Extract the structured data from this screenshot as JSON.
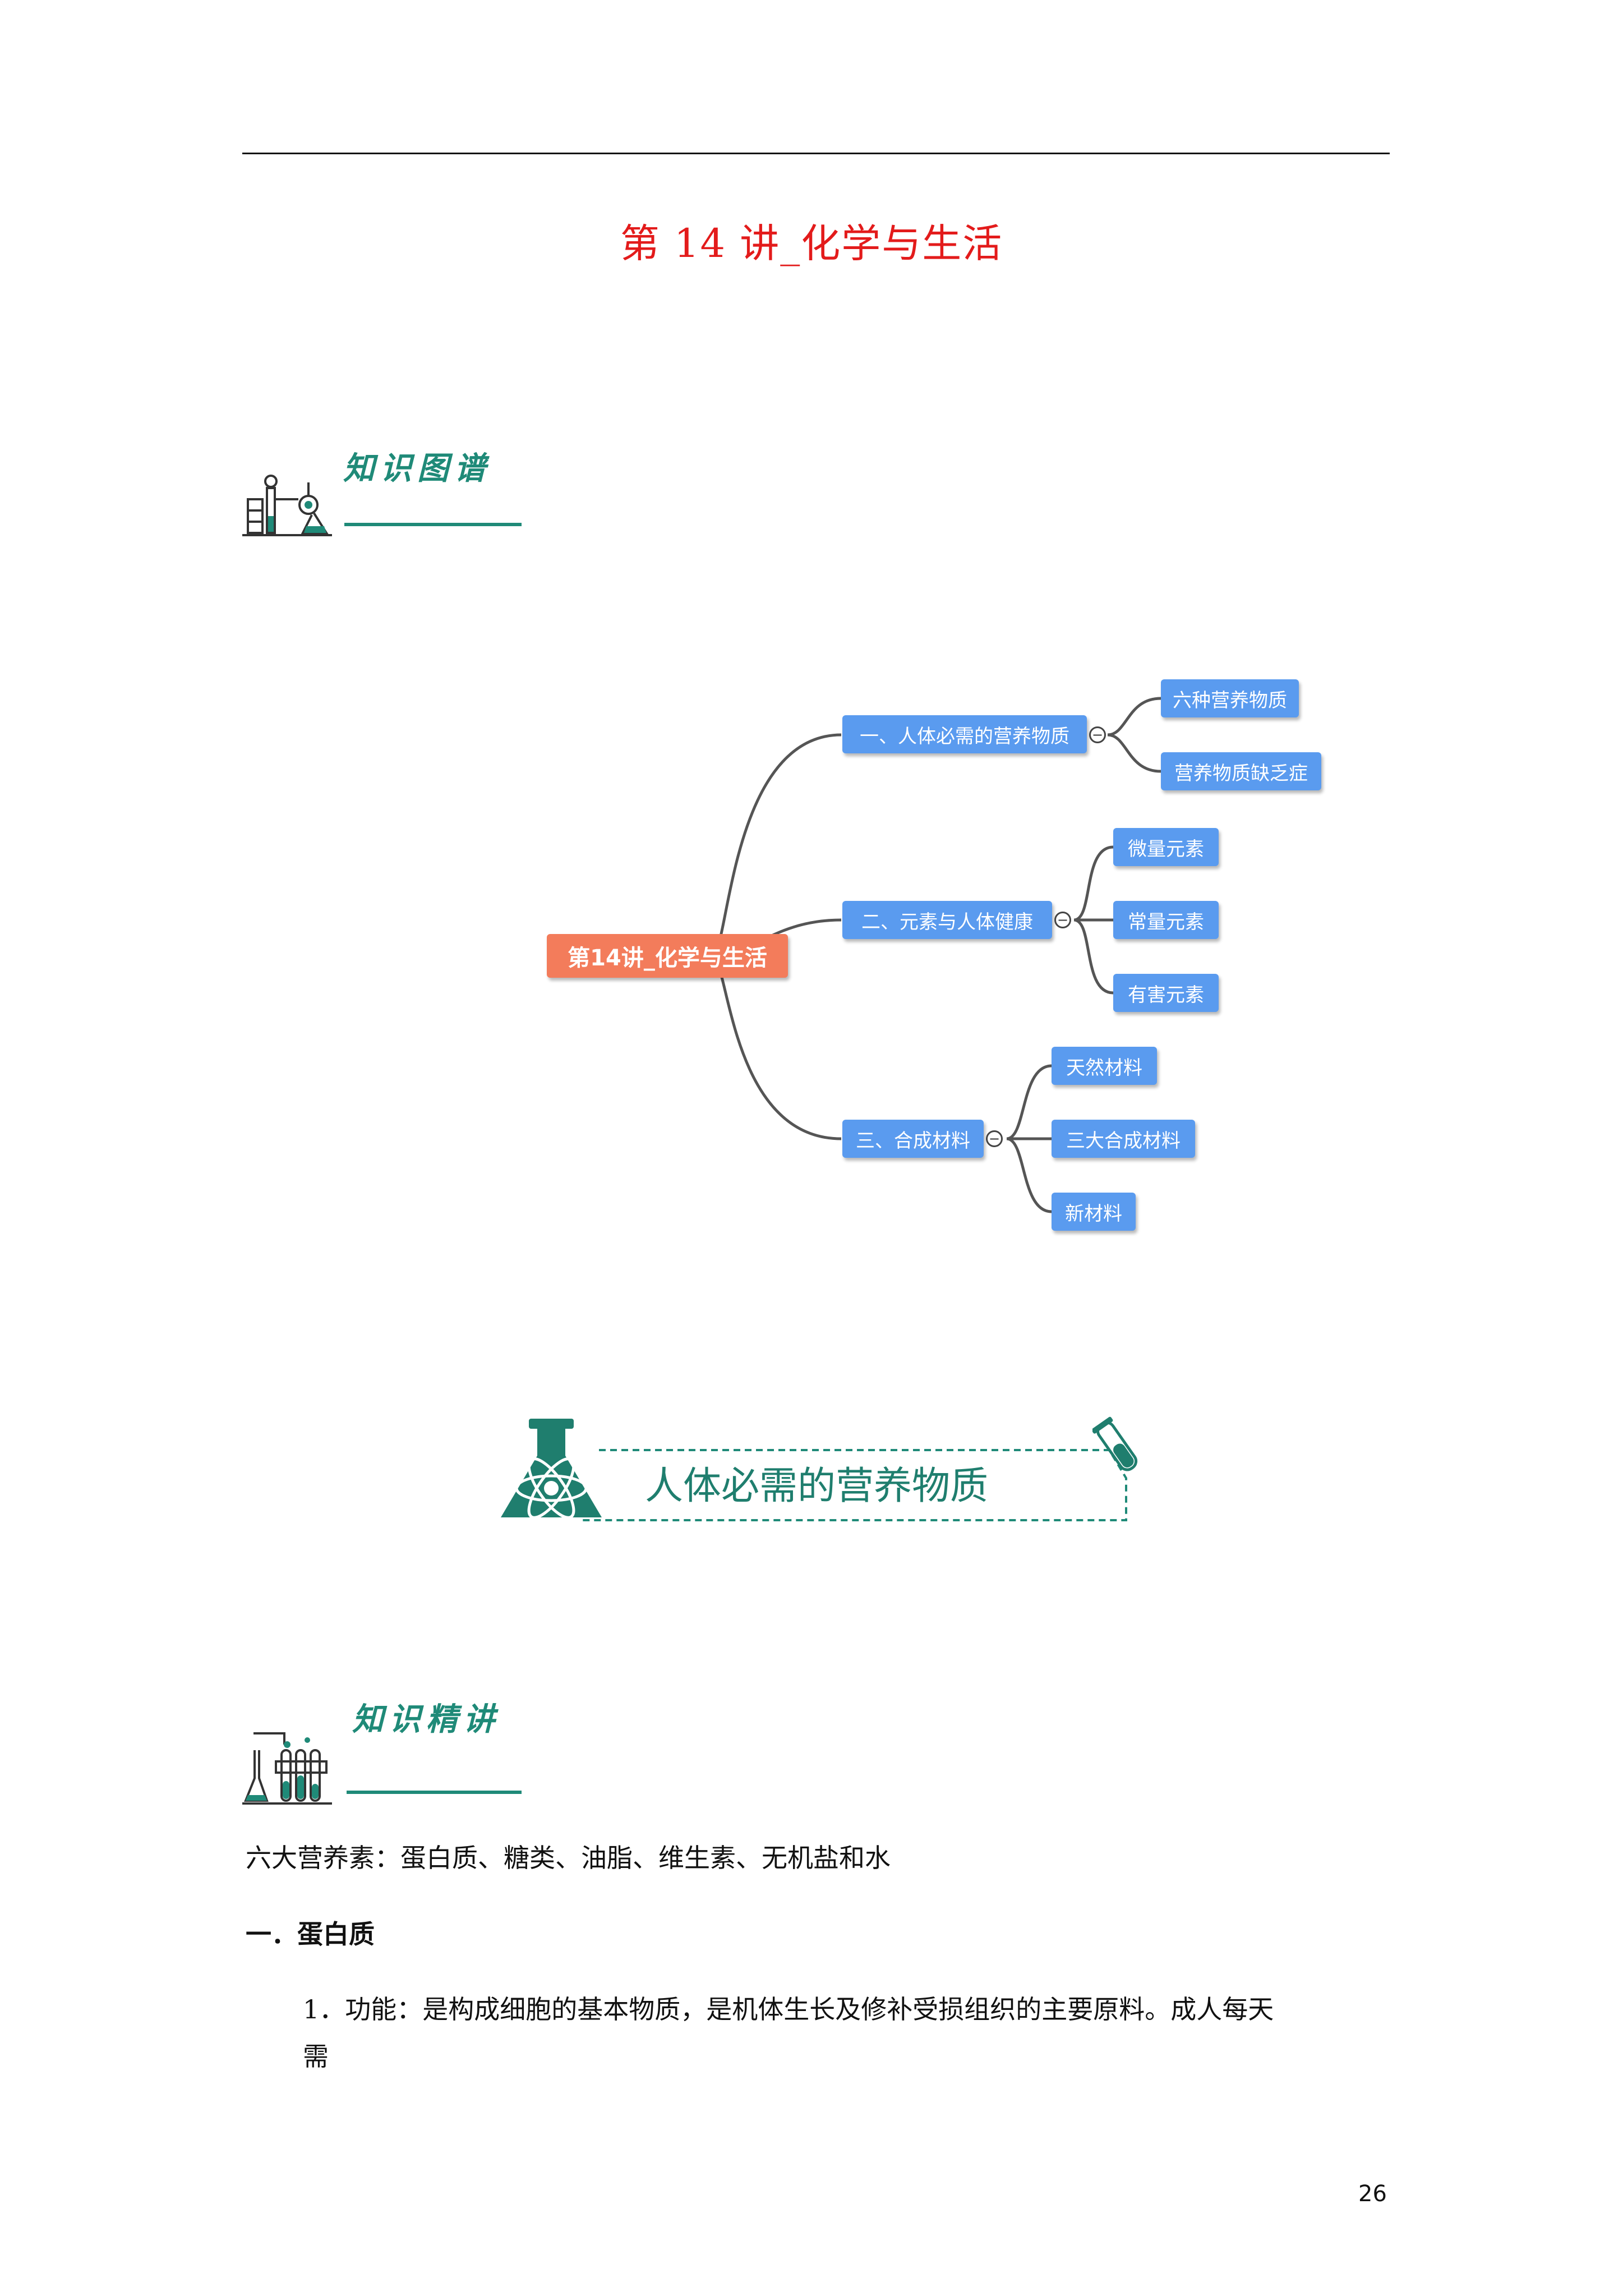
{
  "document": {
    "title": "第 14 讲_化学与生活",
    "page_number": "26"
  },
  "sections": {
    "map_label": "知识图谱",
    "lecture_label": "知识精讲"
  },
  "mindmap": {
    "root": "第14讲_化学与生活",
    "branches": [
      {
        "label": "一、人体必需的营养物质",
        "children": [
          "六种营养物质",
          "营养物质缺乏症"
        ]
      },
      {
        "label": "二、元素与人体健康",
        "children": [
          "微量元素",
          "常量元素",
          "有害元素"
        ]
      },
      {
        "label": "三、合成材料",
        "children": [
          "天然材料",
          "三大合成材料",
          "新材料"
        ]
      }
    ],
    "toggle_symbol": "−",
    "colors": {
      "root": "#f37c5b",
      "branch": "#5a9bef",
      "connector": "#555555"
    }
  },
  "banner": {
    "text": "人体必需的营养物质",
    "icons": [
      "flask-atom-icon",
      "test-tube-icon"
    ]
  },
  "content": {
    "intro": "六大营养素：蛋白质、糖类、油脂、维生素、无机盐和水",
    "heading": "一．蛋白质",
    "para_line1": "1．功能：是构成细胞的基本物质，是机体生长及修补受损组织的主要原料。成人每天",
    "para_line2": "需"
  },
  "colors": {
    "title": "#e31b1b",
    "accent": "#1f8a78"
  }
}
